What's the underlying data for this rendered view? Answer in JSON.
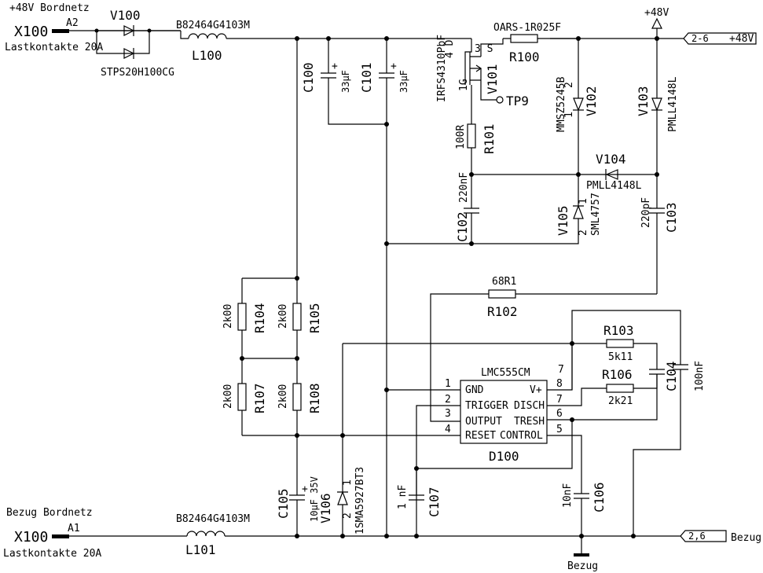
{
  "top_left": {
    "title": "+48V Bordnetz",
    "connector": "X100",
    "pin": "A2",
    "caption": "Lastkontakte 20A"
  },
  "bottom_left": {
    "title": "Bezug Bordnetz",
    "connector": "X100",
    "pin": "A1",
    "caption": "Lastkontakte 20A"
  },
  "V100": {
    "ref": "V100",
    "part": "STPS20H100CG"
  },
  "L100": {
    "ref": "L100",
    "part": "B82464G4103M"
  },
  "L101": {
    "ref": "L101",
    "part": "B82464G4103M"
  },
  "C100": {
    "ref": "C100",
    "value": "33µF"
  },
  "C101": {
    "ref": "C101",
    "value": "33µF"
  },
  "V101": {
    "ref": "V101",
    "part": "IRFS4310PbF",
    "pins": "4 D",
    "pins2": "3 S",
    "gate": "1G"
  },
  "R100": {
    "ref": "R100",
    "part": "OARS-1R025F"
  },
  "TP9": {
    "ref": "TP9"
  },
  "R101": {
    "ref": "R101",
    "value": "100R"
  },
  "V102": {
    "ref": "V102",
    "part": "MMSZ5245B",
    "pin1": "1",
    "pin2": "2"
  },
  "V103": {
    "ref": "V103",
    "part": "PMLL4148L"
  },
  "V104": {
    "ref": "V104",
    "part": "PMLL4148L"
  },
  "V105": {
    "ref": "V105",
    "part": "SML4757",
    "pin1": "1",
    "pin2": "2"
  },
  "C102": {
    "ref": "C102",
    "value": "220nF"
  },
  "C103": {
    "ref": "C103",
    "value": "220pF"
  },
  "R102": {
    "ref": "R102",
    "value": "68R1"
  },
  "R103": {
    "ref": "R103",
    "value": "5k11"
  },
  "R106": {
    "ref": "R106",
    "value": "2k21"
  },
  "C104": {
    "ref": "C104",
    "value": "100nF"
  },
  "R104": {
    "ref": "R104",
    "value": "2k00"
  },
  "R105": {
    "ref": "R105",
    "value": "2k00"
  },
  "R107": {
    "ref": "R107",
    "value": "2k00"
  },
  "R108": {
    "ref": "R108",
    "value": "2k00"
  },
  "C105": {
    "ref": "C105",
    "value": "10µF 35V"
  },
  "V106": {
    "ref": "V106",
    "part": "1SMA5927BT3",
    "pin1": "1",
    "pin2": "2"
  },
  "C107": {
    "ref": "C107",
    "value": "1 nF"
  },
  "C106": {
    "ref": "C106",
    "value": "10nF"
  },
  "D100": {
    "ref": "D100",
    "part": "LMC555CM",
    "left_pins": [
      "GND",
      "TRIGGER",
      "OUTPUT",
      "RESET"
    ],
    "left_nums": [
      "1",
      "2",
      "3",
      "4"
    ],
    "right_pins": [
      "V+",
      "DISCH",
      "TRESH",
      "CONTROL"
    ],
    "right_nums": [
      "8",
      "7",
      "6",
      "5"
    ],
    "pin7_outer": "7"
  },
  "plus48": {
    "label": "+48V",
    "port_page": "2-6",
    "port_label": "+48V"
  },
  "bezug": {
    "port_page": "2,6",
    "port_label": "Bezug",
    "ground_label": "Bezug"
  }
}
